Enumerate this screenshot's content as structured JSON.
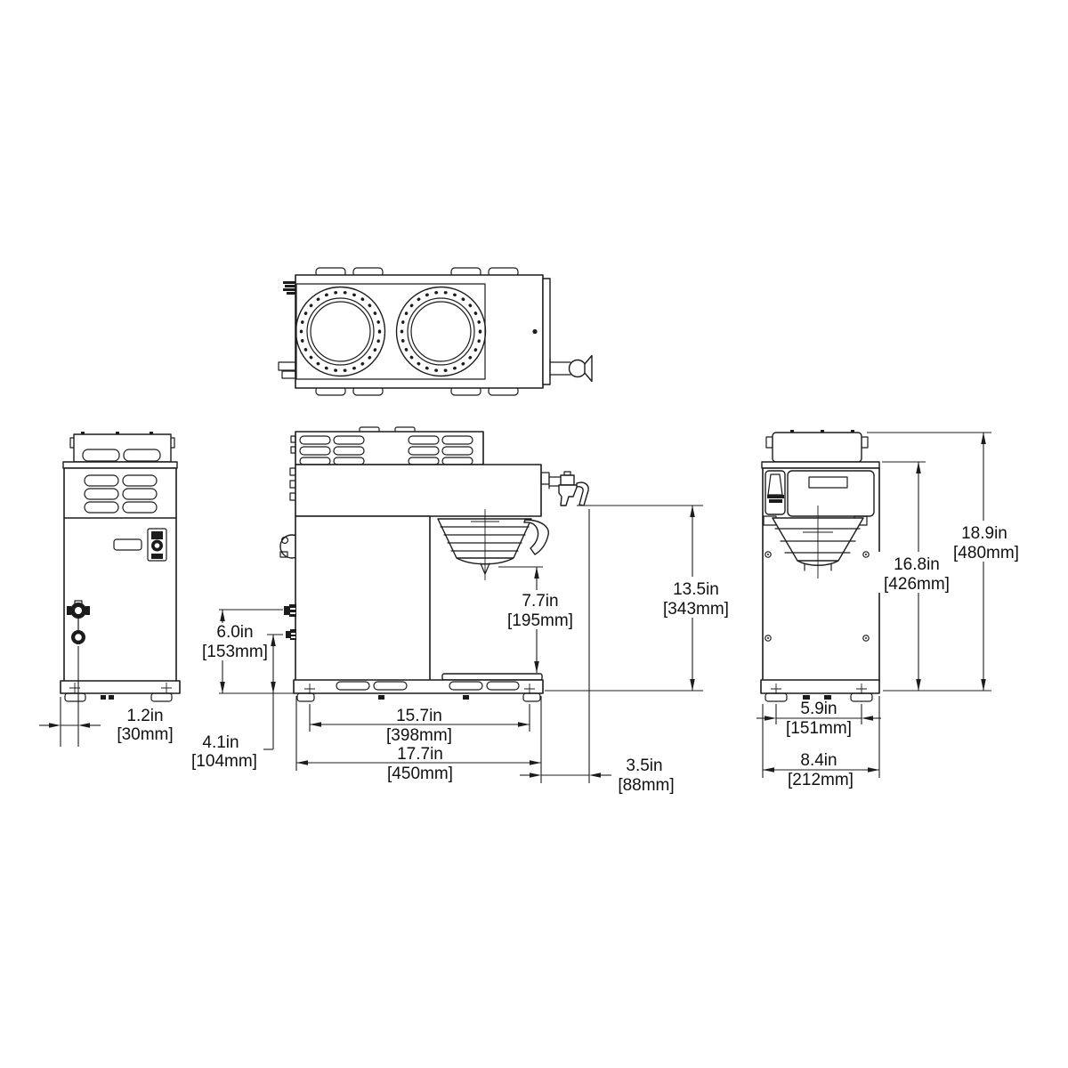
{
  "drawing": {
    "background": "#ffffff",
    "line_color": "#1c1c1c",
    "dimensions": {
      "rear_offset": {
        "inches": "1.2in",
        "millimeters": "[30mm]"
      },
      "inlet_upper": {
        "inches": "6.0in",
        "millimeters": "[153mm]"
      },
      "inlet_lower": {
        "inches": "4.1in",
        "millimeters": "[104mm]"
      },
      "foot_span_depth": {
        "inches": "15.7in",
        "millimeters": "[398mm]"
      },
      "overall_depth": {
        "inches": "17.7in",
        "millimeters": "[450mm]"
      },
      "faucet_projection": {
        "inches": "3.5in",
        "millimeters": "[88mm]"
      },
      "funnel_clearance": {
        "inches": "7.7in",
        "millimeters": "[195mm]"
      },
      "faucet_clearance": {
        "inches": "13.5in",
        "millimeters": "[343mm]"
      },
      "foot_span_width": {
        "inches": "5.9in",
        "millimeters": "[151mm]"
      },
      "overall_width": {
        "inches": "8.4in",
        "millimeters": "[212mm]"
      },
      "body_height": {
        "inches": "16.8in",
        "millimeters": "[426mm]"
      },
      "overall_height": {
        "inches": "18.9in",
        "millimeters": "[480mm]"
      }
    }
  }
}
